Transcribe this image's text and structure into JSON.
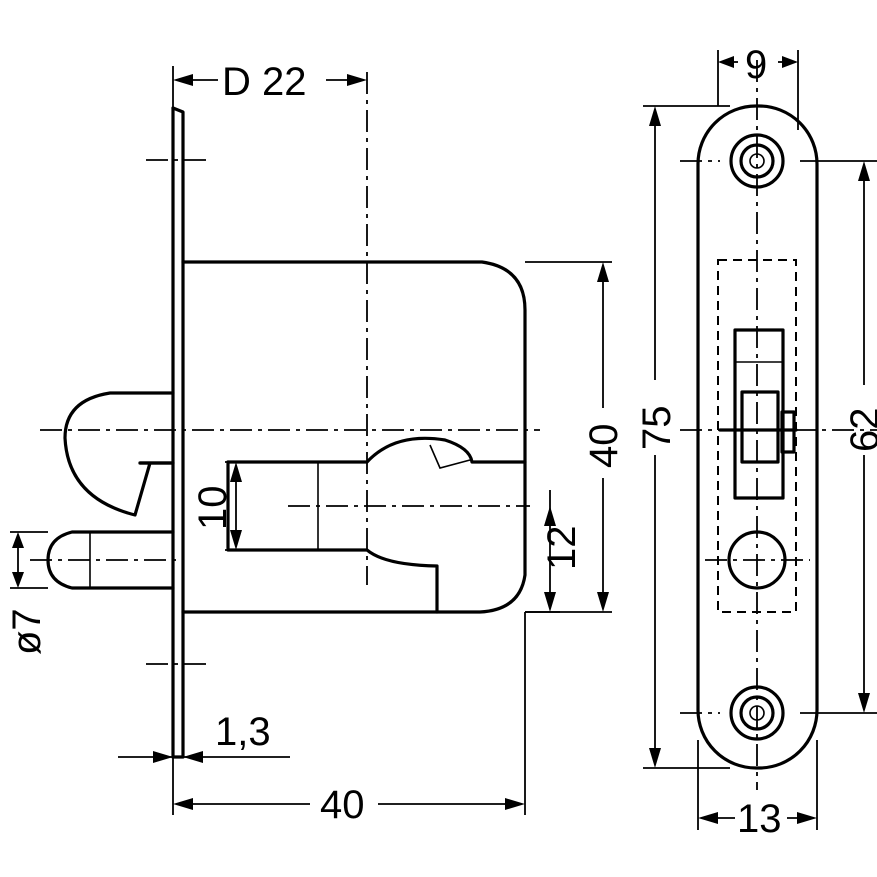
{
  "dimensions": {
    "d22": "D 22",
    "faceplate_thickness": "1,3",
    "body_depth": "40",
    "body_height": "40",
    "bolt_height": "10",
    "bolt_offset": "12",
    "pin_diameter": "ø7",
    "plate_length": "75",
    "hole_spacing": "62",
    "plate_inner_width": "9",
    "plate_width": "13"
  }
}
